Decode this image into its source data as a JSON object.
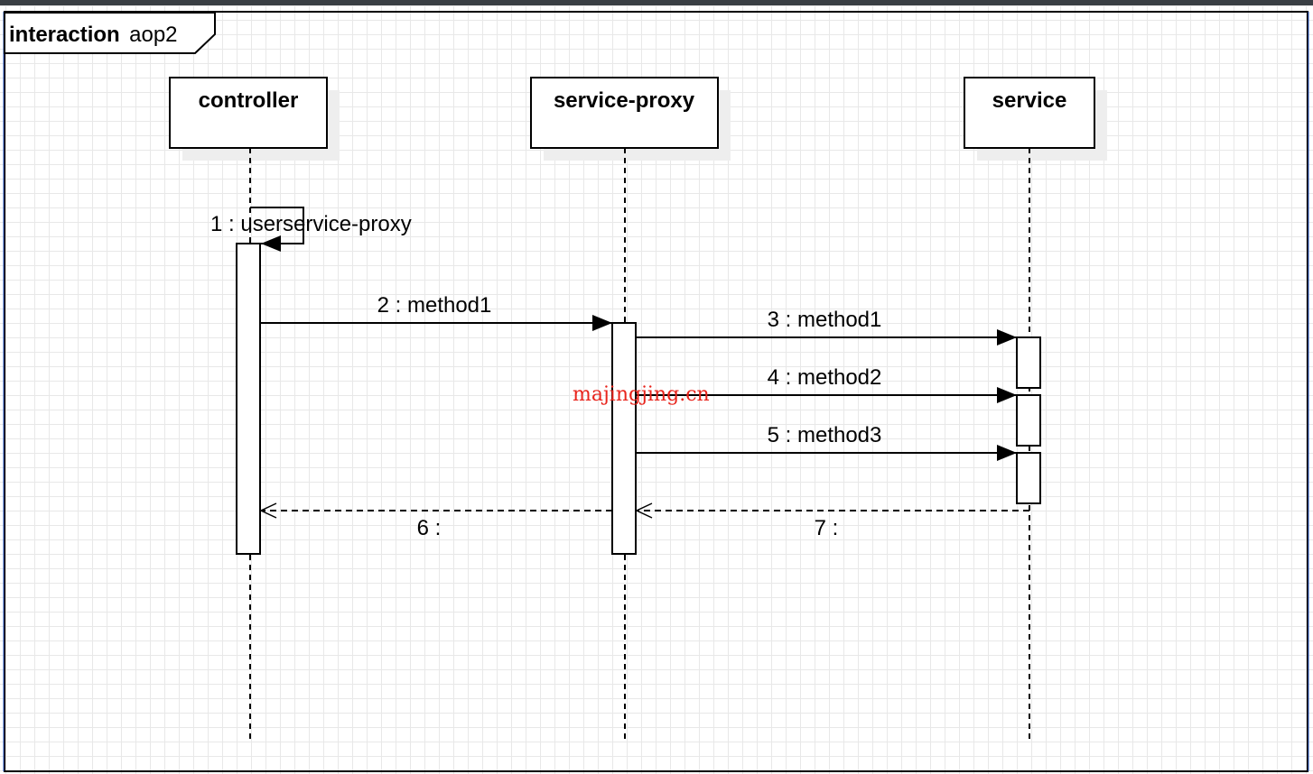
{
  "frame": {
    "keyword": "interaction",
    "name": "aop2"
  },
  "lifelines": [
    {
      "id": "controller",
      "title": "controller"
    },
    {
      "id": "service-proxy",
      "title": "service-proxy"
    },
    {
      "id": "service",
      "title": "service"
    }
  ],
  "messages": [
    {
      "id": "m1",
      "label": "1 : userservice-proxy",
      "kind": "self"
    },
    {
      "id": "m2",
      "label": "2 : method1",
      "kind": "sync"
    },
    {
      "id": "m3",
      "label": "3 : method1",
      "kind": "sync"
    },
    {
      "id": "m4",
      "label": "4 : method2",
      "kind": "sync"
    },
    {
      "id": "m5",
      "label": "5 : method3",
      "kind": "sync"
    },
    {
      "id": "m6",
      "label": "6 :",
      "kind": "return"
    },
    {
      "id": "m7",
      "label": "7 :",
      "kind": "return"
    }
  ],
  "watermark": "majingjing.cn",
  "colors": {
    "line": "#000000",
    "grid": "#e8e8e8",
    "frame_border": "#2b5cc8",
    "watermark": "#e8241c",
    "shadow": "#eeeeee"
  }
}
